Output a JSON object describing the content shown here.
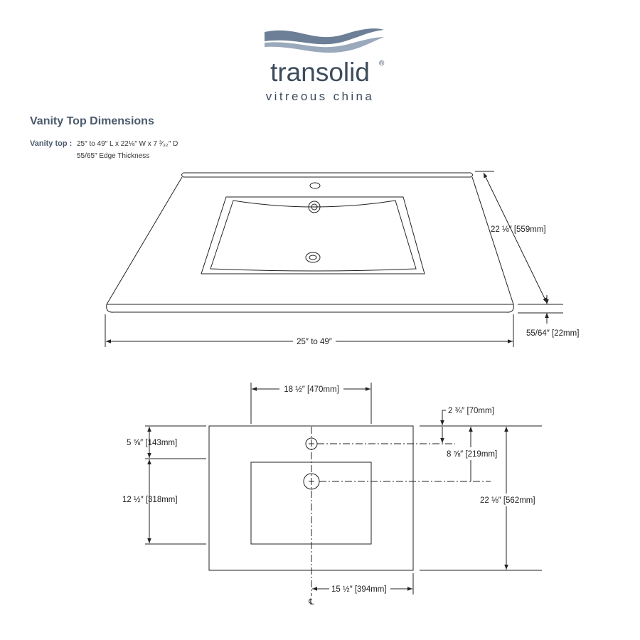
{
  "logo": {
    "brand": "transolid",
    "registered": "®",
    "tagline": "vitreous china"
  },
  "title": "Vanity Top Dimensions",
  "spec": {
    "label": "Vanity top :",
    "size": "25″ to 49″ L x 22⅛″ W x 7 ³⁄₃₂″ D",
    "edge": "55/65″ Edge Thickness"
  },
  "perspective": {
    "depth": "22 ⅛″ [559mm]",
    "edge": "55/64″ [22mm]",
    "length": "25″ to 49″"
  },
  "plan": {
    "basin_width": "18 ½″ [470mm]",
    "faucet_offset": "2 ¾″ [70mm]",
    "drain_offset": "8 ⅝″ [219mm]",
    "total_depth": "22 ⅛″ [562mm]",
    "front_to_basin": "5 ⅝″ [143mm]",
    "basin_depth": "12 ½″ [318mm]",
    "center_to_side": "15 ½″ [394mm]",
    "centerline": "℄"
  },
  "colors": {
    "brand": "#3d4c5c",
    "wave": "#6d7f96",
    "title": "#4a5a6b"
  }
}
